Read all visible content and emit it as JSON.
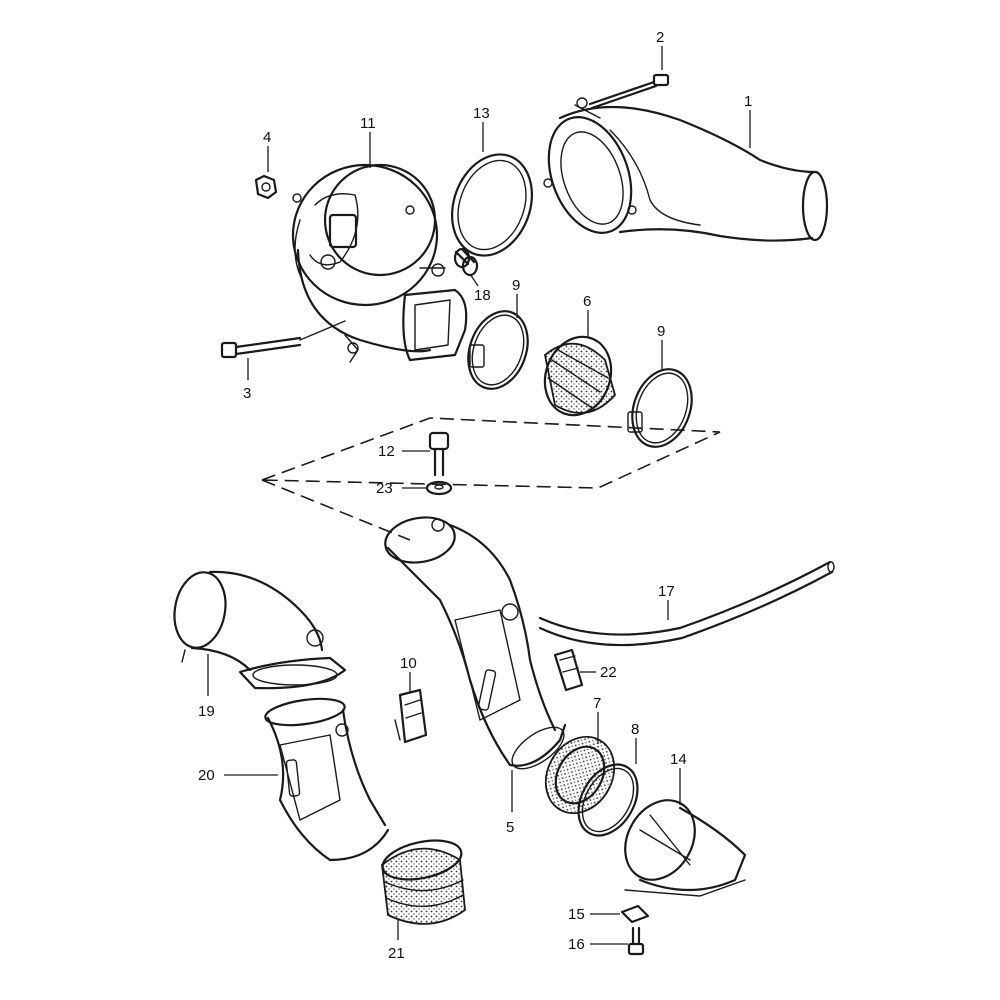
{
  "callouts": [
    {
      "id": "c1",
      "text": "1"
    },
    {
      "id": "c2",
      "text": "2"
    },
    {
      "id": "c3",
      "text": "3"
    },
    {
      "id": "c4",
      "text": "4"
    },
    {
      "id": "c5",
      "text": "5"
    },
    {
      "id": "c6",
      "text": "6"
    },
    {
      "id": "c7",
      "text": "7"
    },
    {
      "id": "c8",
      "text": "8"
    },
    {
      "id": "c9a",
      "text": "9"
    },
    {
      "id": "c9b",
      "text": "9"
    },
    {
      "id": "c10",
      "text": "10"
    },
    {
      "id": "c11",
      "text": "11"
    },
    {
      "id": "c12",
      "text": "12"
    },
    {
      "id": "c13",
      "text": "13"
    },
    {
      "id": "c14",
      "text": "14"
    },
    {
      "id": "c15",
      "text": "15"
    },
    {
      "id": "c16",
      "text": "16"
    },
    {
      "id": "c17",
      "text": "17"
    },
    {
      "id": "c18",
      "text": "18"
    },
    {
      "id": "c19",
      "text": "19"
    },
    {
      "id": "c20",
      "text": "20"
    },
    {
      "id": "c21",
      "text": "21"
    },
    {
      "id": "c22",
      "text": "22"
    },
    {
      "id": "c23",
      "text": "23"
    }
  ],
  "colors": {
    "line": "#1a1a1a",
    "background": "#ffffff"
  }
}
